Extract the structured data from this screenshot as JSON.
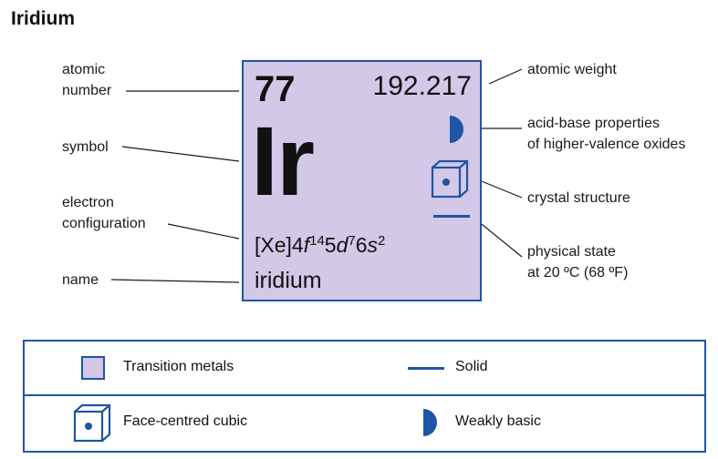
{
  "title": "Iridium",
  "element": {
    "atomic_number": "77",
    "atomic_weight": "192.217",
    "symbol": "Ir",
    "config_core": "[Xe]4",
    "config_f": "f",
    "config_f_exp": "14",
    "config_5": "5",
    "config_d": "d",
    "config_d_exp": "7",
    "config_6": "6",
    "config_s": "s",
    "config_s_exp": "2",
    "name": "iridium"
  },
  "labels": {
    "atomic_number_1": "atomic",
    "atomic_number_2": "number",
    "symbol": "symbol",
    "electron_config_1": "electron",
    "electron_config_2": "configuration",
    "name": "name",
    "atomic_weight": "atomic weight",
    "acid_base_1": "acid-base properties",
    "acid_base_2": "of higher-valence oxides",
    "crystal_structure": "crystal structure",
    "physical_state_1": "physical state",
    "physical_state_2": "at 20 ºC (68 ºF)"
  },
  "legend": {
    "category": "Transition metals",
    "state": "Solid",
    "crystal": "Face-centred cubic",
    "acid_base": "Weakly basic"
  },
  "colors": {
    "category_fill": "#d3c8e8",
    "accent_blue": "#1f55a3"
  },
  "icons": {
    "acid_base": "half-disc-icon",
    "crystal": "cube-icon",
    "state": "solid-bar-icon"
  }
}
